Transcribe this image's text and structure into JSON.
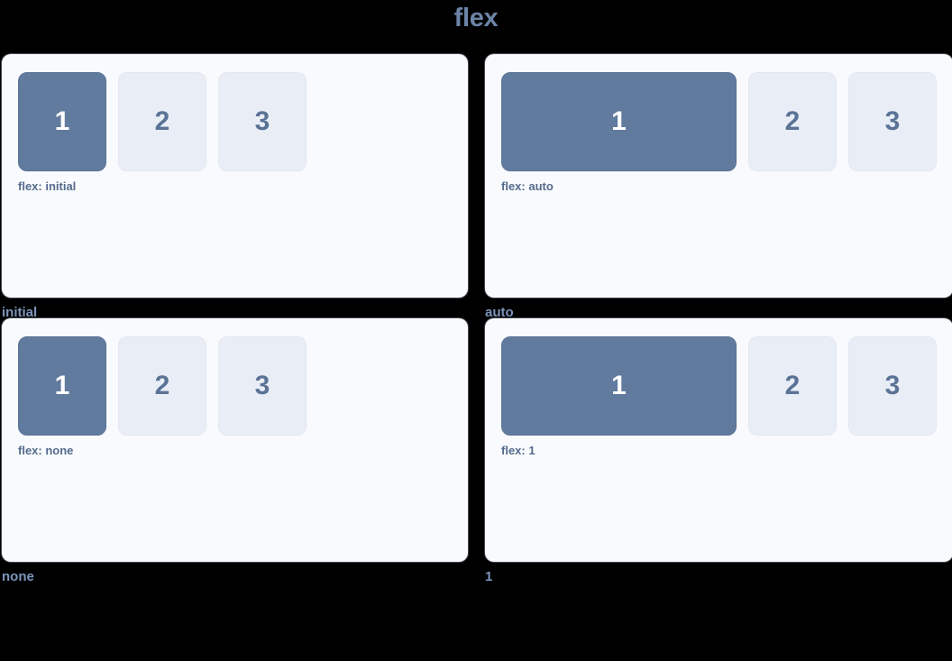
{
  "title": "flex",
  "colors": {
    "page_background": "#000000",
    "card_background": "#f8fafd",
    "highlight_box": "#617b9e",
    "plain_box": "#e9edf6",
    "title_text": "#6b84a8",
    "caption_text": "#7d95bb",
    "code_label_text": "#556b8c",
    "box_number_text": "#5a7396"
  },
  "panels": [
    {
      "caption": "initial",
      "code_label": "flex: initial",
      "boxes": [
        {
          "label": "1",
          "style": "highlight"
        },
        {
          "label": "2",
          "style": "plain"
        },
        {
          "label": "3",
          "style": "plain"
        }
      ]
    },
    {
      "caption": "auto",
      "code_label": "flex: auto",
      "boxes": [
        {
          "label": "1",
          "style": "highlight"
        },
        {
          "label": "2",
          "style": "plain"
        },
        {
          "label": "3",
          "style": "plain"
        }
      ]
    },
    {
      "caption": "none",
      "code_label": "flex: none",
      "boxes": [
        {
          "label": "1",
          "style": "highlight"
        },
        {
          "label": "2",
          "style": "plain"
        },
        {
          "label": "3",
          "style": "plain"
        }
      ]
    },
    {
      "caption": "1",
      "code_label": "flex: 1",
      "boxes": [
        {
          "label": "1",
          "style": "highlight"
        },
        {
          "label": "2",
          "style": "plain"
        },
        {
          "label": "3",
          "style": "plain"
        }
      ]
    }
  ]
}
